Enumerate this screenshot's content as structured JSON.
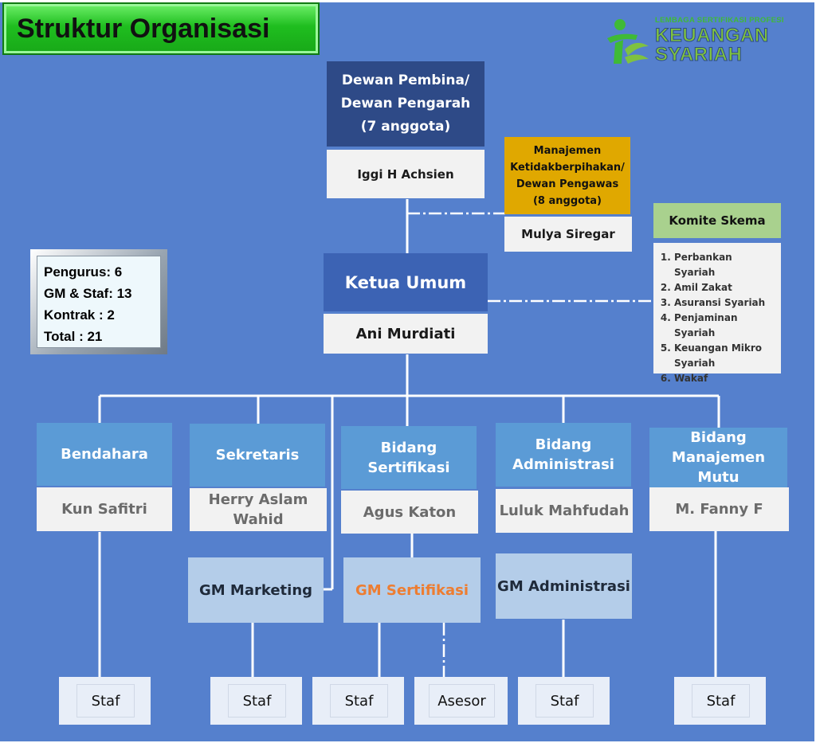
{
  "title": "Struktur Organisasi",
  "logo": {
    "line_small": "LEMBAGA SERTIFIKASI PROFESI",
    "line_1": "KEUANGAN",
    "line_2": "SYARIAH",
    "icon": "lsp-leaf-person-icon"
  },
  "counts": {
    "line_1": "Pengurus: 6",
    "line_2": "GM & Staf: 13",
    "line_3": "Kontrak : 2",
    "line_4": "Total : 21"
  },
  "dewan_pembina": {
    "title": "Dewan Pembina/\nDewan Pengarah\n(7 anggota)",
    "name": "Iggi H Achsien"
  },
  "manajemen": {
    "title": "Manajemen\nKetidakberpihakan/\nDewan Pengawas\n(8 anggota)",
    "name": "Mulya Siregar"
  },
  "komite": {
    "title": "Komite Skema",
    "items": [
      "Perbankan Syariah",
      "Amil Zakat",
      "Asuransi Syariah",
      "Penjaminan\nSyariah",
      "Keuangan Mikro\nSyariah",
      "Wakaf"
    ]
  },
  "ketua": {
    "title": "Ketua Umum",
    "name": "Ani Murdiati"
  },
  "divisions": [
    {
      "title": "Bendahara",
      "name": "Kun Safitri"
    },
    {
      "title": "Sekretaris",
      "name": "Herry Aslam\nWahid"
    },
    {
      "title": "Bidang\nSertifikasi",
      "name": "Agus Katon"
    },
    {
      "title": "Bidang\nAdministrasi",
      "name": "Luluk Mahfudah"
    },
    {
      "title": "Bidang\nManajemen\nMutu",
      "name": "M. Fanny F"
    }
  ],
  "gm": {
    "marketing": "GM Marketing",
    "sertifikasi": "GM Sertifikasi",
    "administrasi": "GM Administrasi"
  },
  "staff": [
    "Staf",
    "Staf",
    "Staf",
    "Asesor",
    "Staf",
    "Staf"
  ],
  "colors": {
    "background": "#5580cd",
    "gm_sertifikasi_text": "#ed7d31",
    "manajemen_header": "#e0a800",
    "komite_header": "#a9d18e"
  }
}
